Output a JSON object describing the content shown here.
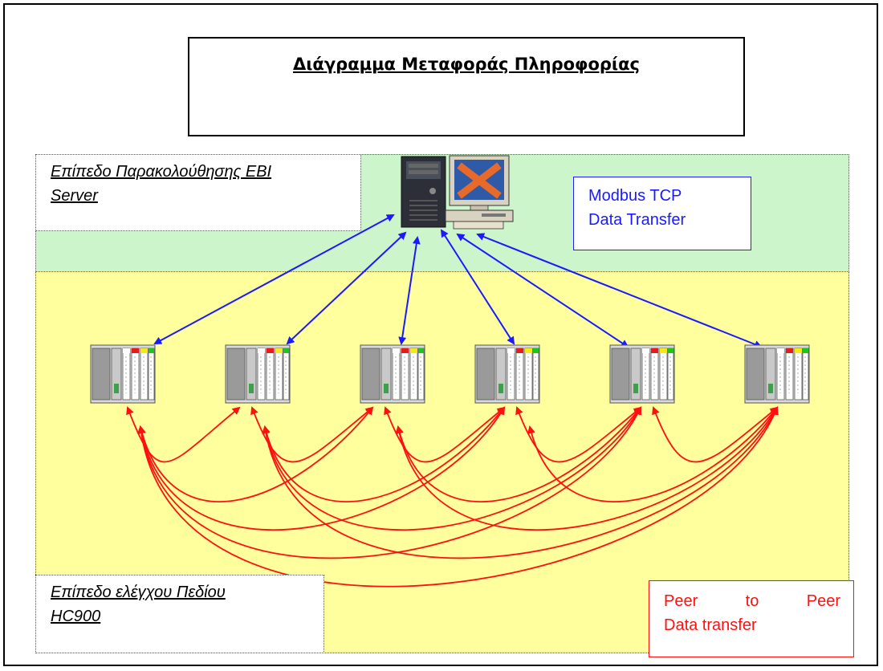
{
  "title": "Διάγραμμα Μεταφοράς Πληροφορίας",
  "monitoring_level": {
    "line1": "Επίπεδο Παρακολούθησης EBI",
    "line2": "Server"
  },
  "field_level": {
    "line1": "Επίπεδο ελέγχου Πεδίου",
    "line2": "HC900"
  },
  "modbus_label": {
    "line1": "Modbus TCP",
    "line2": "Data Transfer"
  },
  "peer_label": {
    "word1": "Peer",
    "word2": "to",
    "word3": "Peer",
    "line2": "Data transfer"
  },
  "colors": {
    "monitor_zone": "#ccf5cc",
    "field_zone": "#ffff9d",
    "modbus_link": "#1a1aff",
    "peer_link": "#ff1010"
  },
  "nodes": {
    "server_icon": "tower-server-icon",
    "workstation_icon": "workstation-icon",
    "controller_icon": "plc-rack-icon",
    "controller_count": 6
  }
}
